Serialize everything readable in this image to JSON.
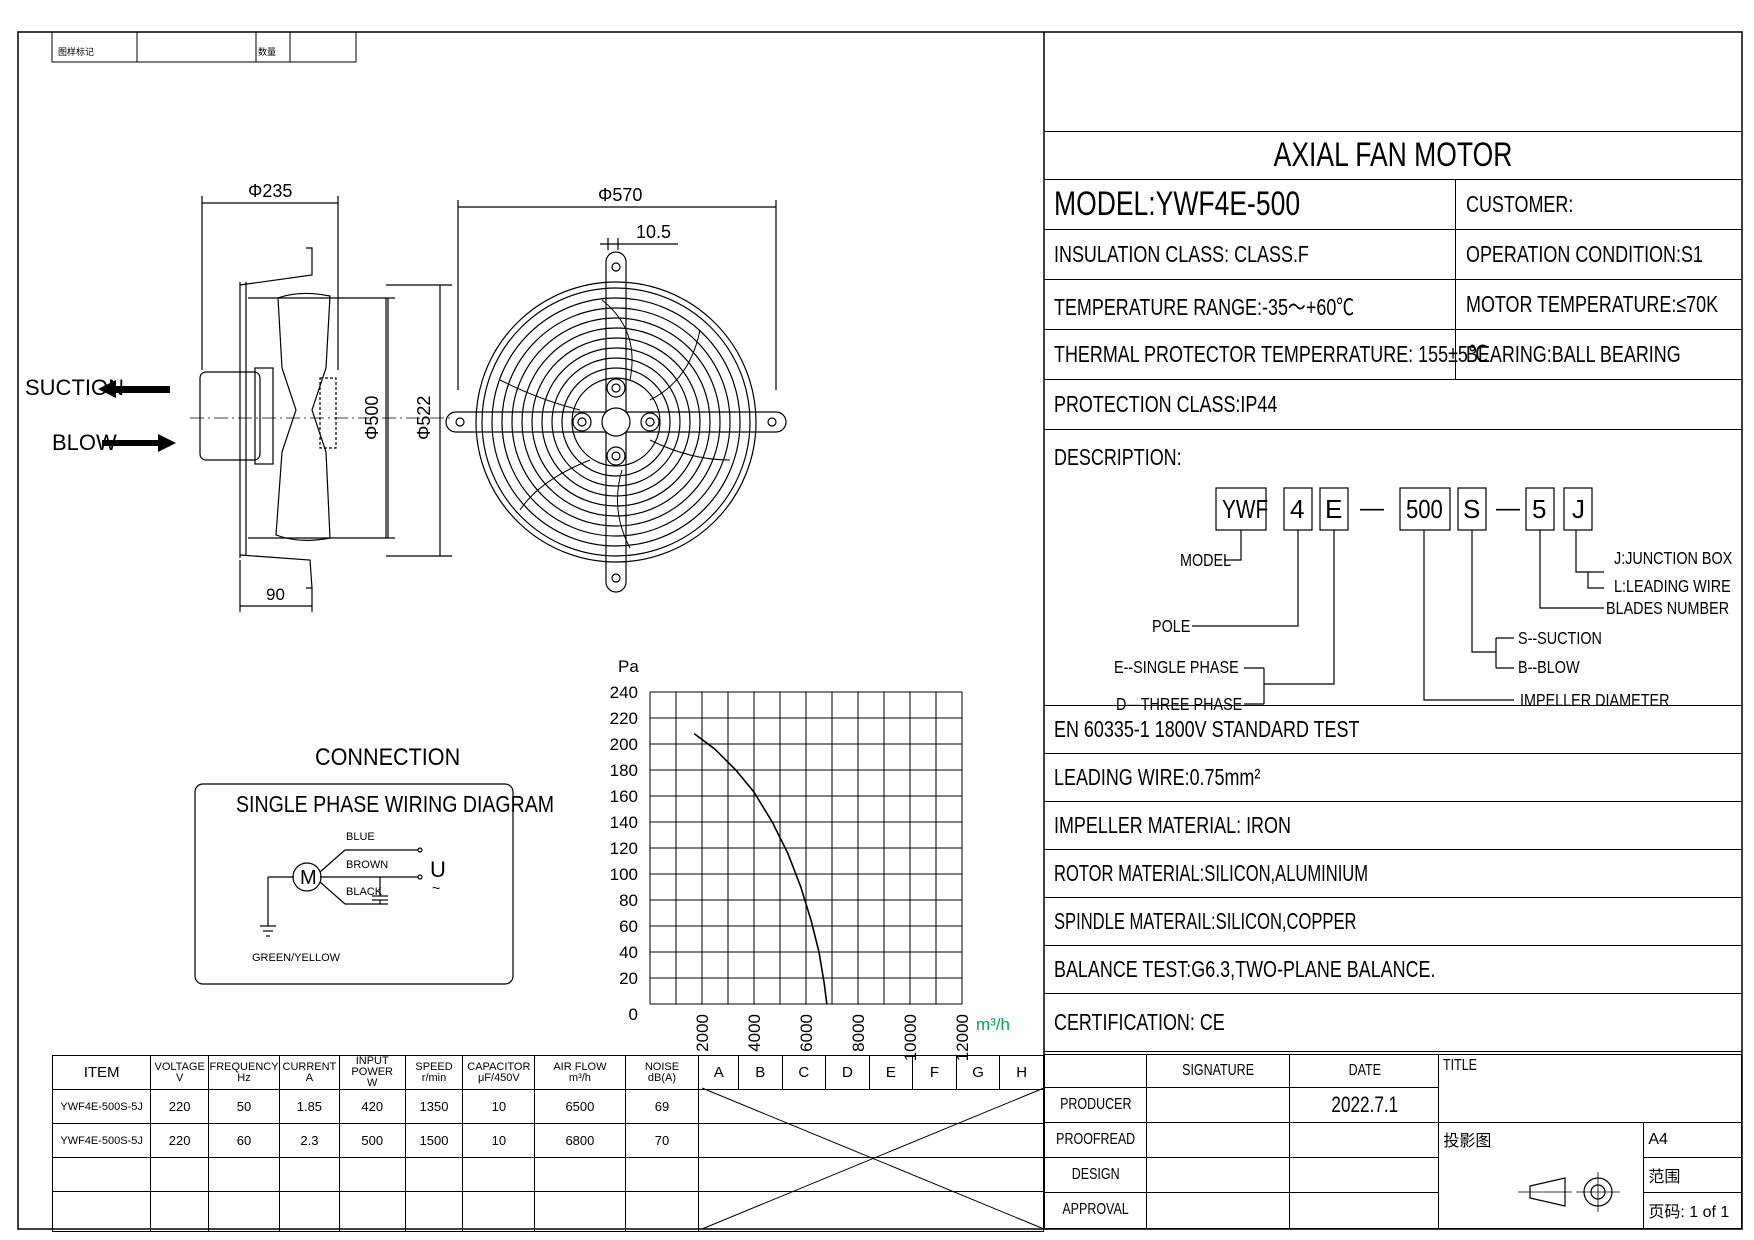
{
  "top_block": {
    "cells": [
      "图样标记",
      "",
      "数量",
      ""
    ]
  },
  "drawing": {
    "dims": {
      "d235": "Φ235",
      "d570": "Φ570",
      "d10_5": "10.5",
      "d500": "Φ500",
      "d522": "Φ522",
      "d90": "90"
    },
    "flow": {
      "suction": "SUCTION",
      "blow": "BLOW"
    }
  },
  "connection": {
    "title": "CONNECTION",
    "box_title": "SINGLE PHASE WIRING DIAGRAM",
    "motor": "M",
    "wires": [
      "BLUE",
      "BROWN",
      "BLACK"
    ],
    "ground": "GREEN/YELLOW",
    "supply": "U",
    "supply_sub": "~"
  },
  "chart_data": {
    "type": "line",
    "ylabel": "Pa",
    "xlabel": "m³/h",
    "yticks": [
      0,
      20,
      40,
      60,
      80,
      100,
      120,
      140,
      160,
      180,
      200,
      220,
      240
    ],
    "xticks": [
      2000,
      4000,
      6000,
      8000,
      10000,
      12000
    ],
    "xlim": [
      0,
      12000
    ],
    "ylim": [
      0,
      240
    ],
    "grid": true,
    "series": [
      {
        "x": [
          1700,
          2500,
          3300,
          4000,
          4700,
          5300,
          5800,
          6200,
          6500,
          6700,
          6800
        ],
        "y": [
          208,
          196,
          180,
          163,
          140,
          116,
          90,
          64,
          40,
          16,
          0
        ]
      }
    ]
  },
  "perf_table": {
    "headers": [
      {
        "top": "ITEM",
        "unit": ""
      },
      {
        "top": "VOLTAGE",
        "unit": "V"
      },
      {
        "top": "FREQUENCY",
        "unit": "Hz"
      },
      {
        "top": "CURRENT",
        "unit": "A"
      },
      {
        "top": "INPUT POWER",
        "unit": "W"
      },
      {
        "top": "SPEED",
        "unit": "r/min"
      },
      {
        "top": "CAPACITOR",
        "unit": "μF/450V"
      },
      {
        "top": "AIR FLOW",
        "unit": "m³/h"
      },
      {
        "top": "NOISE",
        "unit": "dB(A)"
      },
      {
        "top": "A",
        "unit": ""
      },
      {
        "top": "B",
        "unit": ""
      },
      {
        "top": "C",
        "unit": ""
      },
      {
        "top": "D",
        "unit": ""
      },
      {
        "top": "E",
        "unit": ""
      },
      {
        "top": "F",
        "unit": ""
      },
      {
        "top": "G",
        "unit": ""
      },
      {
        "top": "H",
        "unit": ""
      }
    ],
    "rows": [
      [
        "YWF4E-500S-5J",
        "220",
        "50",
        "1.85",
        "420",
        "1350",
        "10",
        "6500",
        "69"
      ],
      [
        "YWF4E-500S-5J",
        "220",
        "60",
        "2.3",
        "500",
        "1500",
        "10",
        "6800",
        "70"
      ]
    ]
  },
  "spec": {
    "title": "AXIAL FAN MOTOR",
    "model": "MODEL:YWF4E-500",
    "customer": "CUSTOMER:",
    "insulation": "INSULATION CLASS: CLASS.F",
    "operation": "OPERATION CONDITION:S1",
    "temp_range": "TEMPERATURE RANGE:-35～+60℃",
    "motor_temp": "MOTOR TEMPERATURE:≤70K",
    "thermal": "THERMAL PROTECTOR TEMPERRATURE: 155±5℃",
    "bearing": "BEARING:BALL BEARING",
    "protection": "PROTECTION CLASS:IP44",
    "description": "DESCRIPTION:",
    "code_boxes": [
      "YWF",
      "4",
      "E",
      "—",
      "500",
      "S",
      "—",
      "5",
      "J"
    ],
    "code_labels": {
      "model": "MODEL",
      "pole": "POLE",
      "e_phase": "E--SINGLE PHASE",
      "d_phase": "D—THREE PHASE",
      "impeller": "IMPELLER DIAMETER",
      "suction": "S--SUCTION",
      "blow": "B--BLOW",
      "blades": "BLADES NUMBER",
      "junction": "J:JUNCTION BOX",
      "leading": "L:LEADING WIRE"
    },
    "en_test": "EN 60335-1 1800V STANDARD TEST",
    "leading_wire": "LEADING WIRE:0.75mm²",
    "impeller_mat": "IMPELLER MATERIAL: IRON",
    "rotor_mat": "ROTOR MATERIAL:SILICON,ALUMINIUM",
    "spindle_mat": "SPINDLE MATERAIL:SILICON,COPPER",
    "balance": "BALANCE TEST:G6.3,TWO-PLANE BALANCE.",
    "certification": "CERTIFICATION: CE"
  },
  "title_block": {
    "signature": "SIGNATURE",
    "date": "DATE",
    "title": "TITLE",
    "roles": [
      "PRODUCER",
      "PROOFREAD",
      "DESIGN",
      "APPROVAL"
    ],
    "producer_date": "2022.7.1",
    "projection": "投影图",
    "paper": "A4",
    "scope": "范围",
    "page": "页码: 1 of 1"
  }
}
